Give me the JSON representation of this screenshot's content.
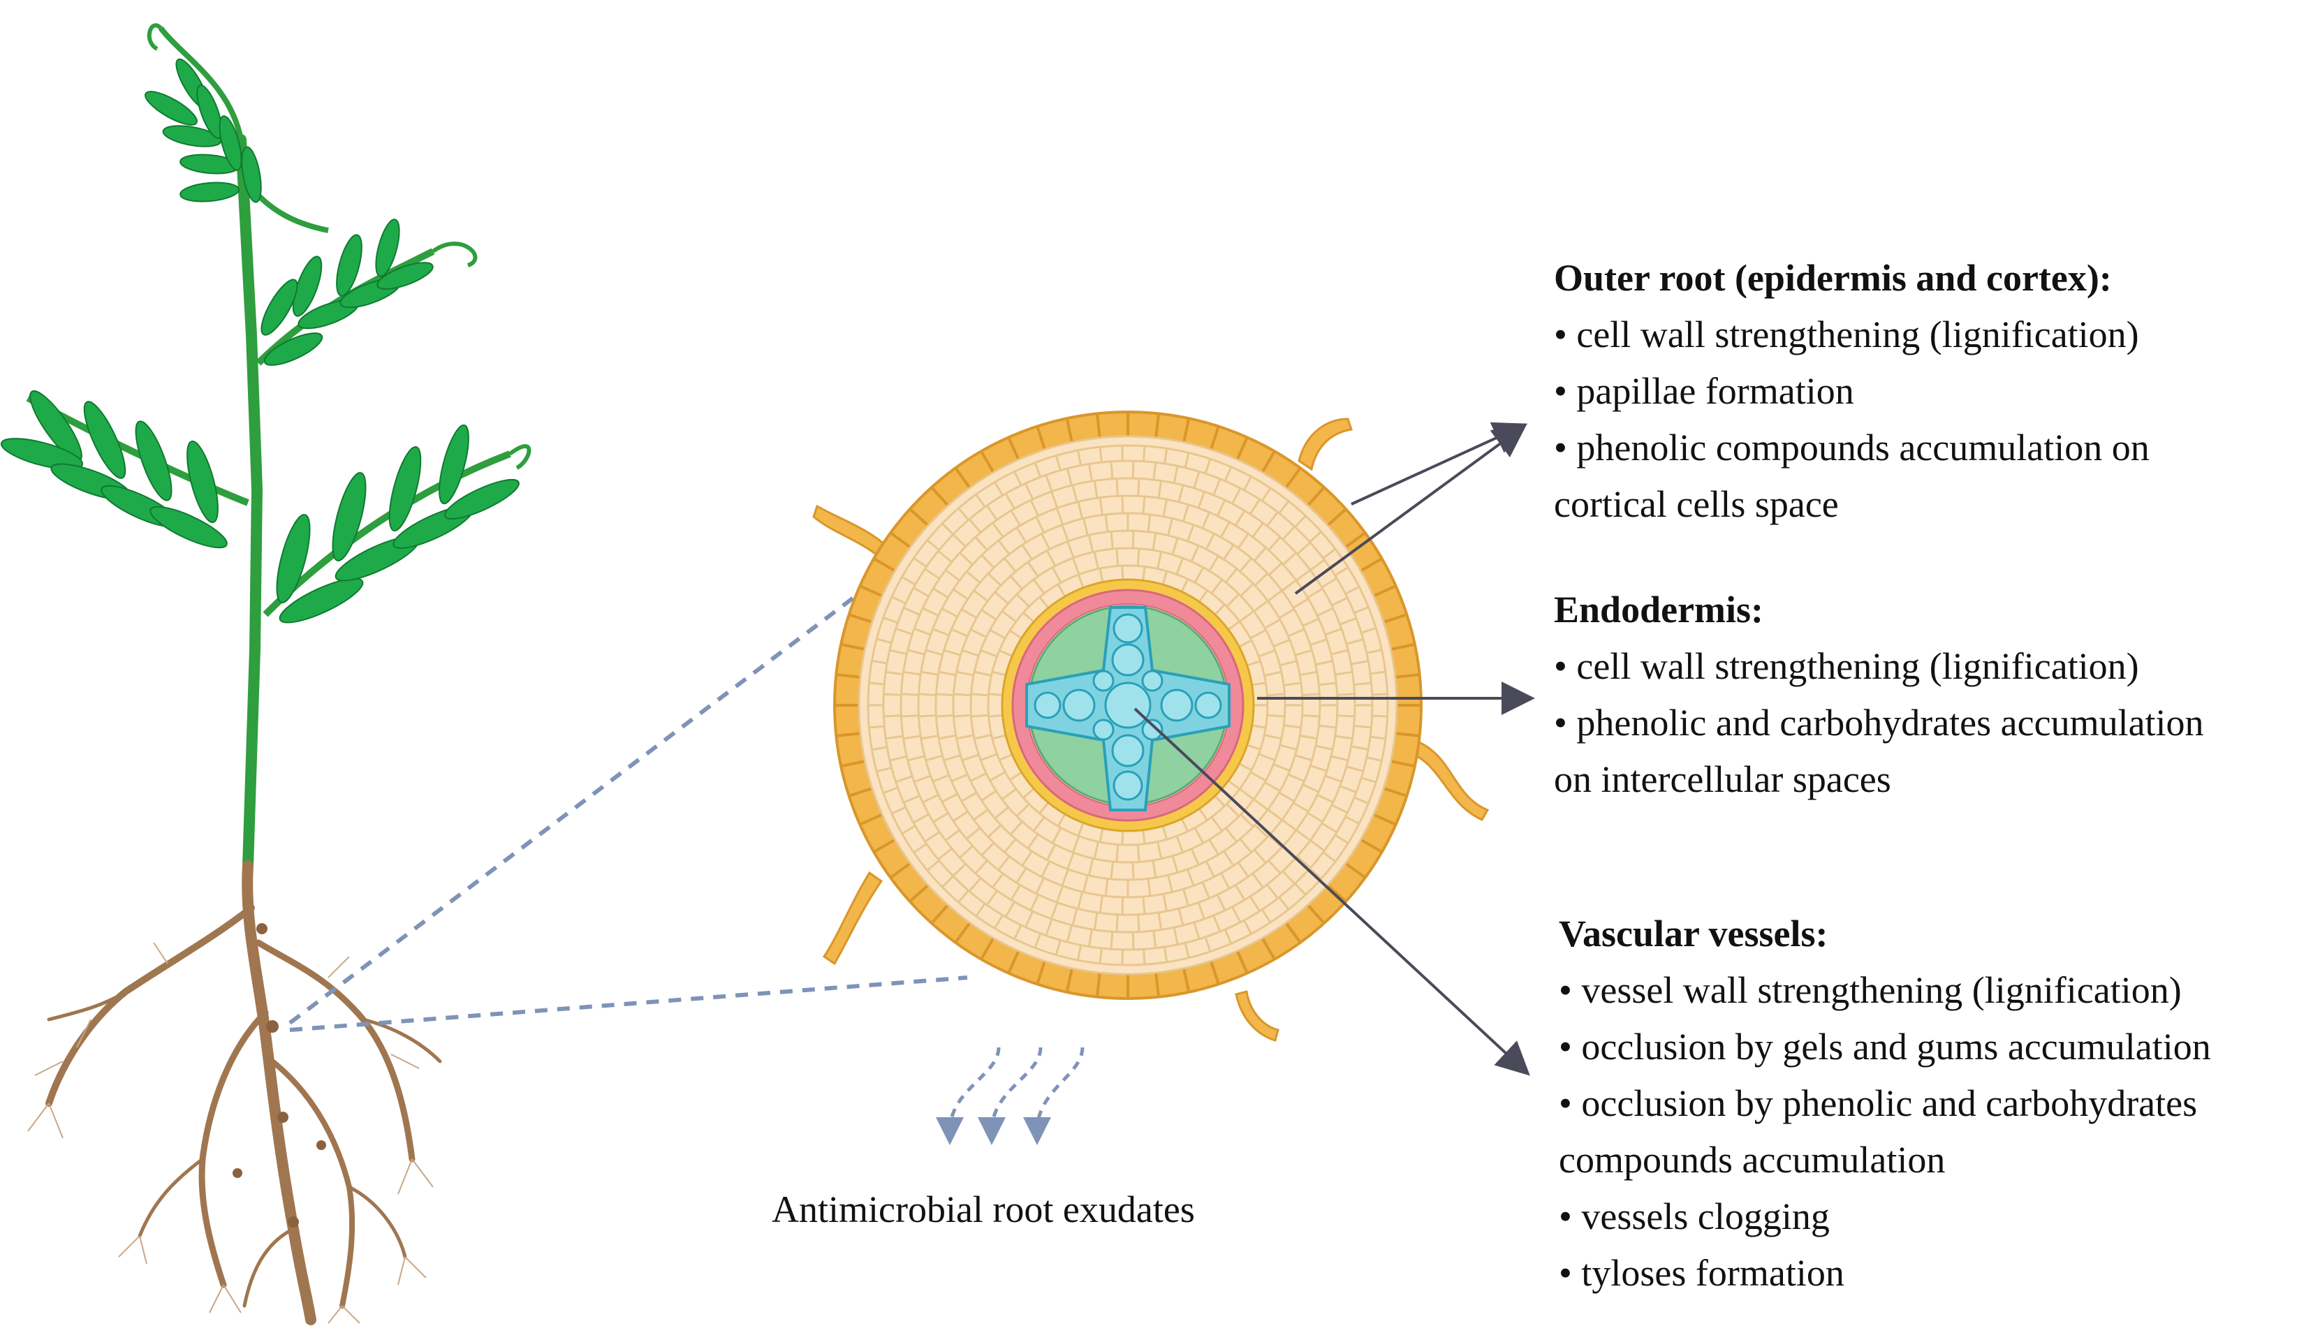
{
  "panels": {
    "outer_root": {
      "heading": "Outer root (epidermis and cortex):",
      "lines": [
        "• cell wall strengthening (lignification)",
        "• papillae formation",
        "• phenolic compounds accumulation on",
        "cortical cells space"
      ]
    },
    "endodermis": {
      "heading": "Endodermis:",
      "lines": [
        "• cell wall strengthening (lignification)",
        "• phenolic and carbohydrates accumulation",
        "on intercellular spaces"
      ]
    },
    "vascular": {
      "heading": "Vascular vessels:",
      "lines": [
        "• vessel wall strengthening (lignification)",
        "• occlusion by gels and gums accumulation",
        "• occlusion by phenolic and carbohydrates",
        "compounds accumulation",
        "• vessels clogging",
        "• tyloses formation"
      ]
    }
  },
  "exudates_label": "Antimicrobial root exudates",
  "colors": {
    "stem_green": "#2e9e3e",
    "leaf_green": "#1faa4a",
    "root_brown": "#a07650",
    "epidermis_orange": "#f2b64a",
    "cortex_cream": "#fbe3c1",
    "endodermis_yellow": "#f6c84a",
    "pericycle_pink": "#f08a9a",
    "xylem_cyan": "#7fd3e0",
    "phloem_green": "#8fd1a0",
    "arrow_gray": "#4a4a5a",
    "dashed_blue": "#7f93b8"
  },
  "icons": [
    "plant-illustration",
    "root-cross-section"
  ]
}
